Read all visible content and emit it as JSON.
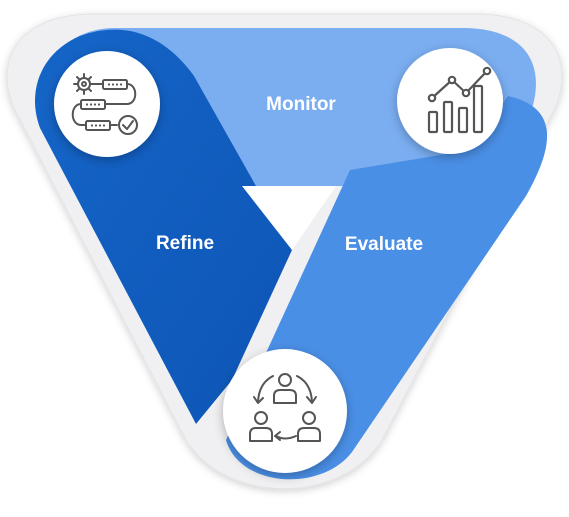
{
  "diagram": {
    "type": "triangle-cycle",
    "segments": [
      {
        "label": "Monitor",
        "icon": "line-bar-chart-icon"
      },
      {
        "label": "Evaluate",
        "icon": "team-cycle-icon"
      },
      {
        "label": "Refine",
        "icon": "workflow-gear-check-icon"
      }
    ]
  },
  "colors": {
    "monitor_band": "#7AAEF1",
    "evaluate_band": "#4A8FE6",
    "refine_band": "#1565C8",
    "refine_band_dark": "#0D55B5",
    "outer_ring": "#F0F0F2",
    "icon_stroke": "#555555",
    "label_text": "#FFFFFF",
    "circle_fill": "#FFFFFF"
  }
}
